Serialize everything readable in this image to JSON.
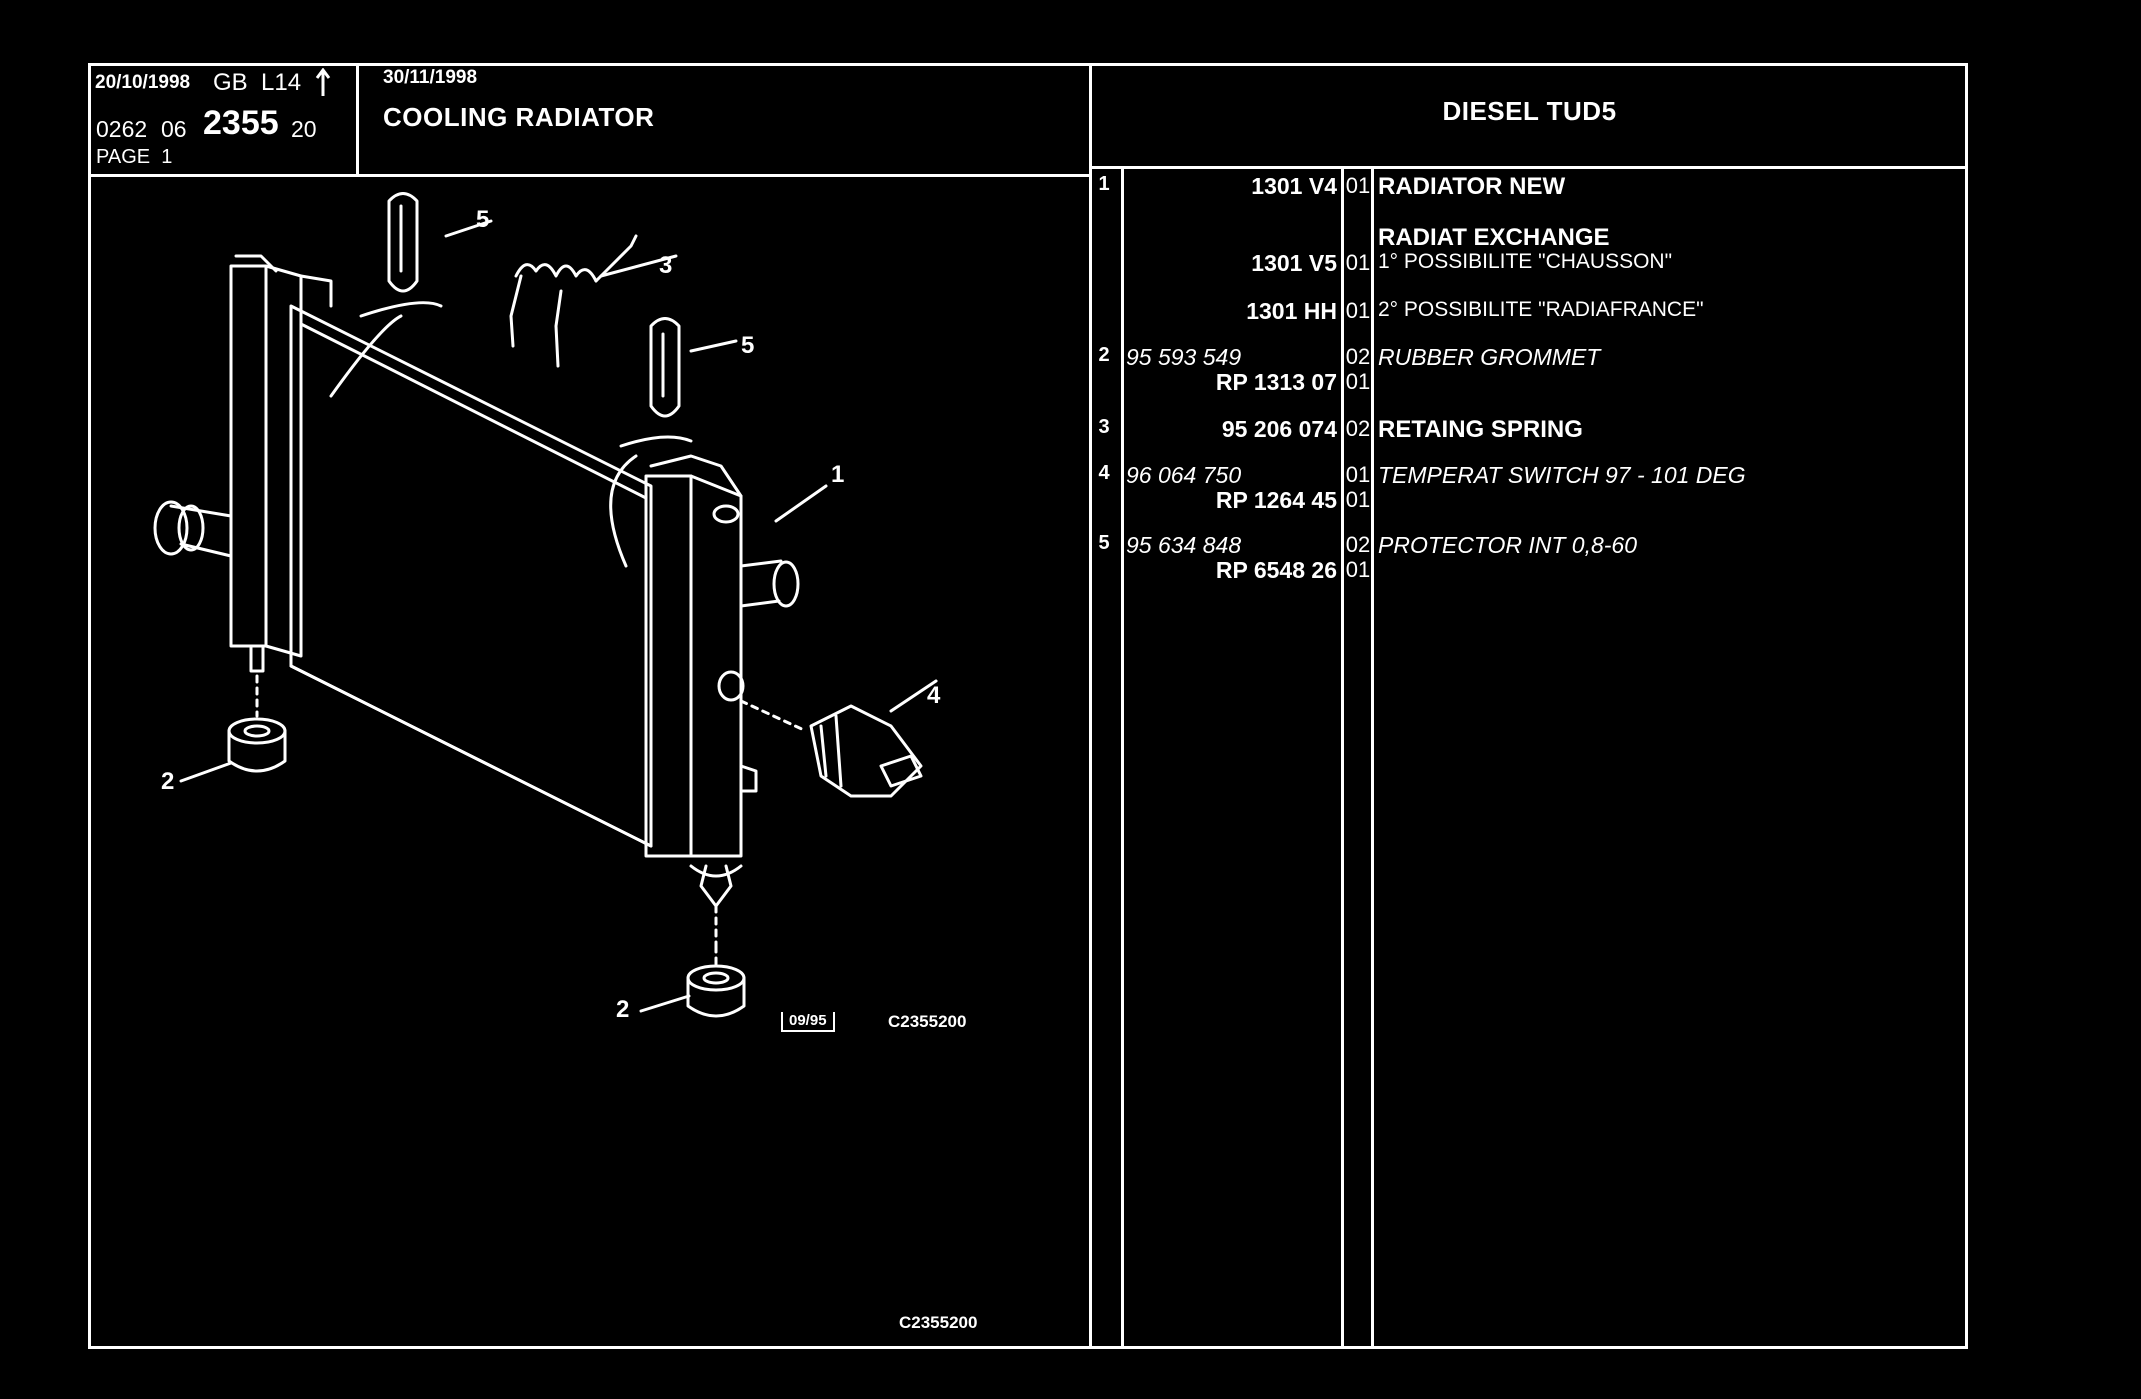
{
  "header": {
    "date_printed": "20/10/1998",
    "lang_code": "GB  L14",
    "arrow_icon": "up-arrow-icon",
    "ref_prefix": "0262",
    "ref_group": "06",
    "ref_number": "2355",
    "ref_suffix": "20",
    "page_label": "PAGE  1",
    "date_revision": "30/11/1998",
    "title": "COOLING RADIATOR",
    "engine": "DIESEL TUD5"
  },
  "parts": [
    {
      "num": "1",
      "ref": "1301 V4",
      "ref_style": "bold",
      "qty": "01",
      "desc": "RADIATOR NEW",
      "desc_style": "bold"
    },
    {
      "num": "",
      "ref": "",
      "ref_style": "bold",
      "qty": "",
      "desc": "RADIAT EXCHANGE",
      "desc_style": "bold"
    },
    {
      "num": "",
      "ref": "1301 V5",
      "ref_style": "bold",
      "qty": "01",
      "desc": "1° POSSIBILITE \"CHAUSSON\"",
      "desc_style": "norm"
    },
    {
      "num": "",
      "ref": "1301 HH",
      "ref_style": "bold",
      "qty": "01",
      "desc": "2° POSSIBILITE \"RADIAFRANCE\"",
      "desc_style": "norm"
    },
    {
      "num": "2",
      "ref": "95 593 549",
      "ref_style": "ital",
      "qty": "02",
      "desc": "RUBBER GROMMET",
      "desc_style": "ital"
    },
    {
      "num": "",
      "ref": "RP  1313 07",
      "ref_style": "bold",
      "qty": "01",
      "desc": "",
      "desc_style": "ital"
    },
    {
      "num": "3",
      "ref": "95 206 074",
      "ref_style": "bold",
      "qty": "02",
      "desc": "RETAING SPRING",
      "desc_style": "bold"
    },
    {
      "num": "4",
      "ref": "96 064 750",
      "ref_style": "ital",
      "qty": "01",
      "desc": "TEMPERAT SWITCH 97 - 101 DEG",
      "desc_style": "ital"
    },
    {
      "num": "",
      "ref": "RP  1264 45",
      "ref_style": "bold",
      "qty": "01",
      "desc": "",
      "desc_style": "ital"
    },
    {
      "num": "5",
      "ref": "95 634 848",
      "ref_style": "ital",
      "qty": "02",
      "desc": "PROTECTOR INT 0,8-60",
      "desc_style": "ital"
    },
    {
      "num": "",
      "ref": "RP  6548 26",
      "ref_style": "bold",
      "qty": "01",
      "desc": "",
      "desc_style": "ital"
    }
  ],
  "drawing": {
    "callouts": [
      "5",
      "3",
      "5",
      "1",
      "4",
      "2",
      "2"
    ],
    "badge": "09/95",
    "code": "C2355200",
    "footer_code": "C2355200"
  }
}
